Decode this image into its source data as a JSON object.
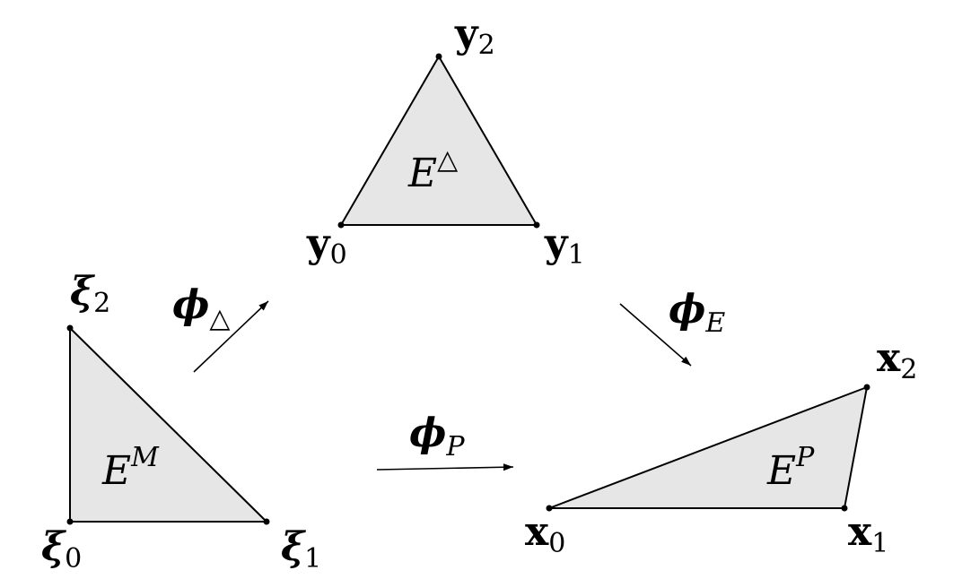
{
  "labels": {
    "ref_y": "E",
    "ref_y_sup": "△",
    "ref_m": "E",
    "ref_m_sup": "M",
    "phys": "E",
    "phys_sup": "P",
    "y_base": "y",
    "y0_sub": "0",
    "y1_sub": "1",
    "y2_sub": "2",
    "xi_base": "ξ",
    "xi0_sub": "0",
    "xi1_sub": "1",
    "xi2_sub": "2",
    "x_base": "x",
    "x0_sub": "0",
    "x1_sub": "1",
    "x2_sub": "2",
    "phi": "ϕ",
    "phi_tri_sub": "△",
    "phi_E_sub": "E",
    "phi_P_sub": "P"
  },
  "colors": {
    "fill": "#e6e6e6",
    "stroke": "#000000"
  }
}
